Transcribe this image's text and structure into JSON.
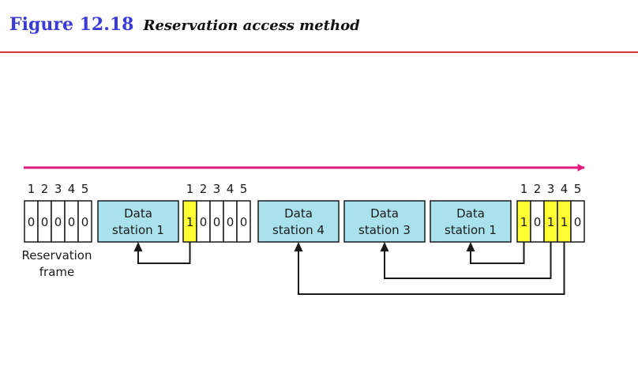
{
  "header": {
    "figure_number": "Figure 12.18",
    "figure_title": "Reservation access method"
  },
  "diagram": {
    "slot_numbers": [
      "1",
      "2",
      "3",
      "4",
      "5"
    ],
    "reservation_frames": [
      {
        "bits": [
          "0",
          "0",
          "0",
          "0",
          "0"
        ]
      },
      {
        "bits": [
          "1",
          "0",
          "0",
          "0",
          "0"
        ]
      },
      {
        "bits": [
          "1",
          "0",
          "1",
          "1",
          "0"
        ]
      }
    ],
    "data_frames": [
      {
        "line1": "Data",
        "line2": "station 1"
      },
      {
        "line1": "Data",
        "line2": "station 4"
      },
      {
        "line1": "Data",
        "line2": "station 3"
      },
      {
        "line1": "Data",
        "line2": "station 1"
      }
    ],
    "reservation_label": {
      "line1": "Reservation",
      "line2": "frame"
    },
    "colors": {
      "data_fill": "#a9e1ec",
      "highlight_bit": "#ffff33",
      "time_arrow": "#e0197a",
      "title_blue": "#3a3ad6",
      "rule_red": "#e0353d"
    }
  }
}
